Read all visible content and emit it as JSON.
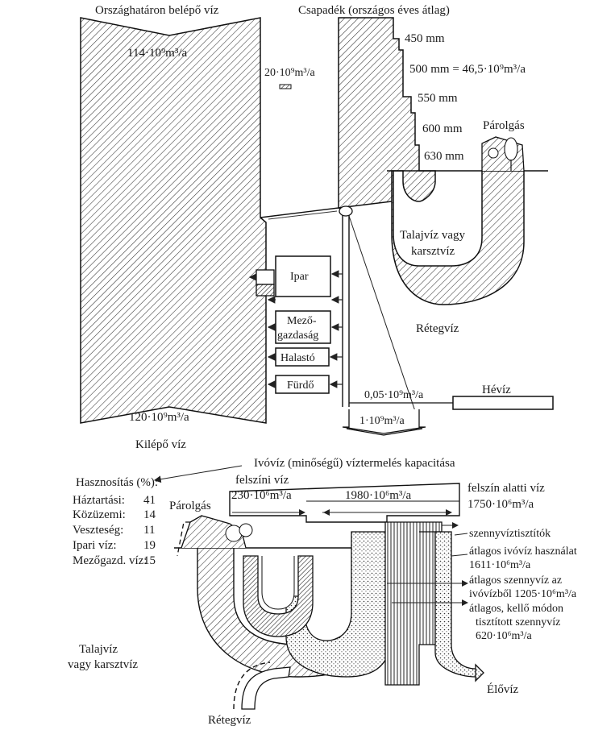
{
  "top": {
    "inflow_label": "Országhatáron belépő víz",
    "inflow_value": "114·10⁹m³/a",
    "precip_label": "Csapadék (országos éves átlag)",
    "precip_value": "20·10⁹m³/a",
    "precip_levels": [
      "450 mm",
      "500 mm = 46,5·10⁹m³/a",
      "550 mm",
      "600 mm",
      "630 mm"
    ],
    "evaporation": "Párolgás",
    "groundwater": [
      "Talajvíz vagy",
      "karsztvíz"
    ],
    "users": [
      "Ipar",
      "Mező-",
      "gazdaság",
      "Halastó",
      "Fürdő"
    ],
    "stratal_water": "Rétegvíz",
    "thermal_water": "Hévíz",
    "thermal_value": "0,05·10⁹m³/a",
    "drain_value": "1·10⁹m³/a",
    "outflow_value": "120·10⁹m³/a",
    "outflow_label": "Kilépő víz"
  },
  "bottom": {
    "capacity_title": "Ivóvíz (minőségű) víztermelés kapacitása",
    "usage_title": "Hasznosítás (%):",
    "usage_rows": [
      {
        "label": "Háztartási:",
        "value": "41"
      },
      {
        "label": "Közüzemi:",
        "value": "14"
      },
      {
        "label": "Veszteség:",
        "value": "11"
      },
      {
        "label": "Ipari víz:",
        "value": "19"
      },
      {
        "label": "Mezőgazd. víz:",
        "value": "15"
      }
    ],
    "evaporation": "Párolgás",
    "surface_label": "felszíni víz",
    "surface_value": "230·10⁶m³/a",
    "total_value": "1980·10⁶m³/a",
    "ground_label": "felszín alatti víz",
    "ground_value": "1750·10⁶m³/a",
    "treatment": "szennyvíztisztítók",
    "avg_use": [
      "átlagos ivóvíz használat",
      "1611·10⁶m³/a"
    ],
    "avg_sewage": [
      "átlagos szennyvíz az",
      "ivóvízből 1205·10⁶m³/a"
    ],
    "treated": [
      "átlagos, kellő módon",
      "tisztított szennyvíz",
      "620·10⁶m³/a"
    ],
    "groundwater": [
      "Talajvíz",
      "vagy karsztvíz"
    ],
    "stratal_water": "Rétegvíz",
    "receiving_water": "Élővíz"
  }
}
